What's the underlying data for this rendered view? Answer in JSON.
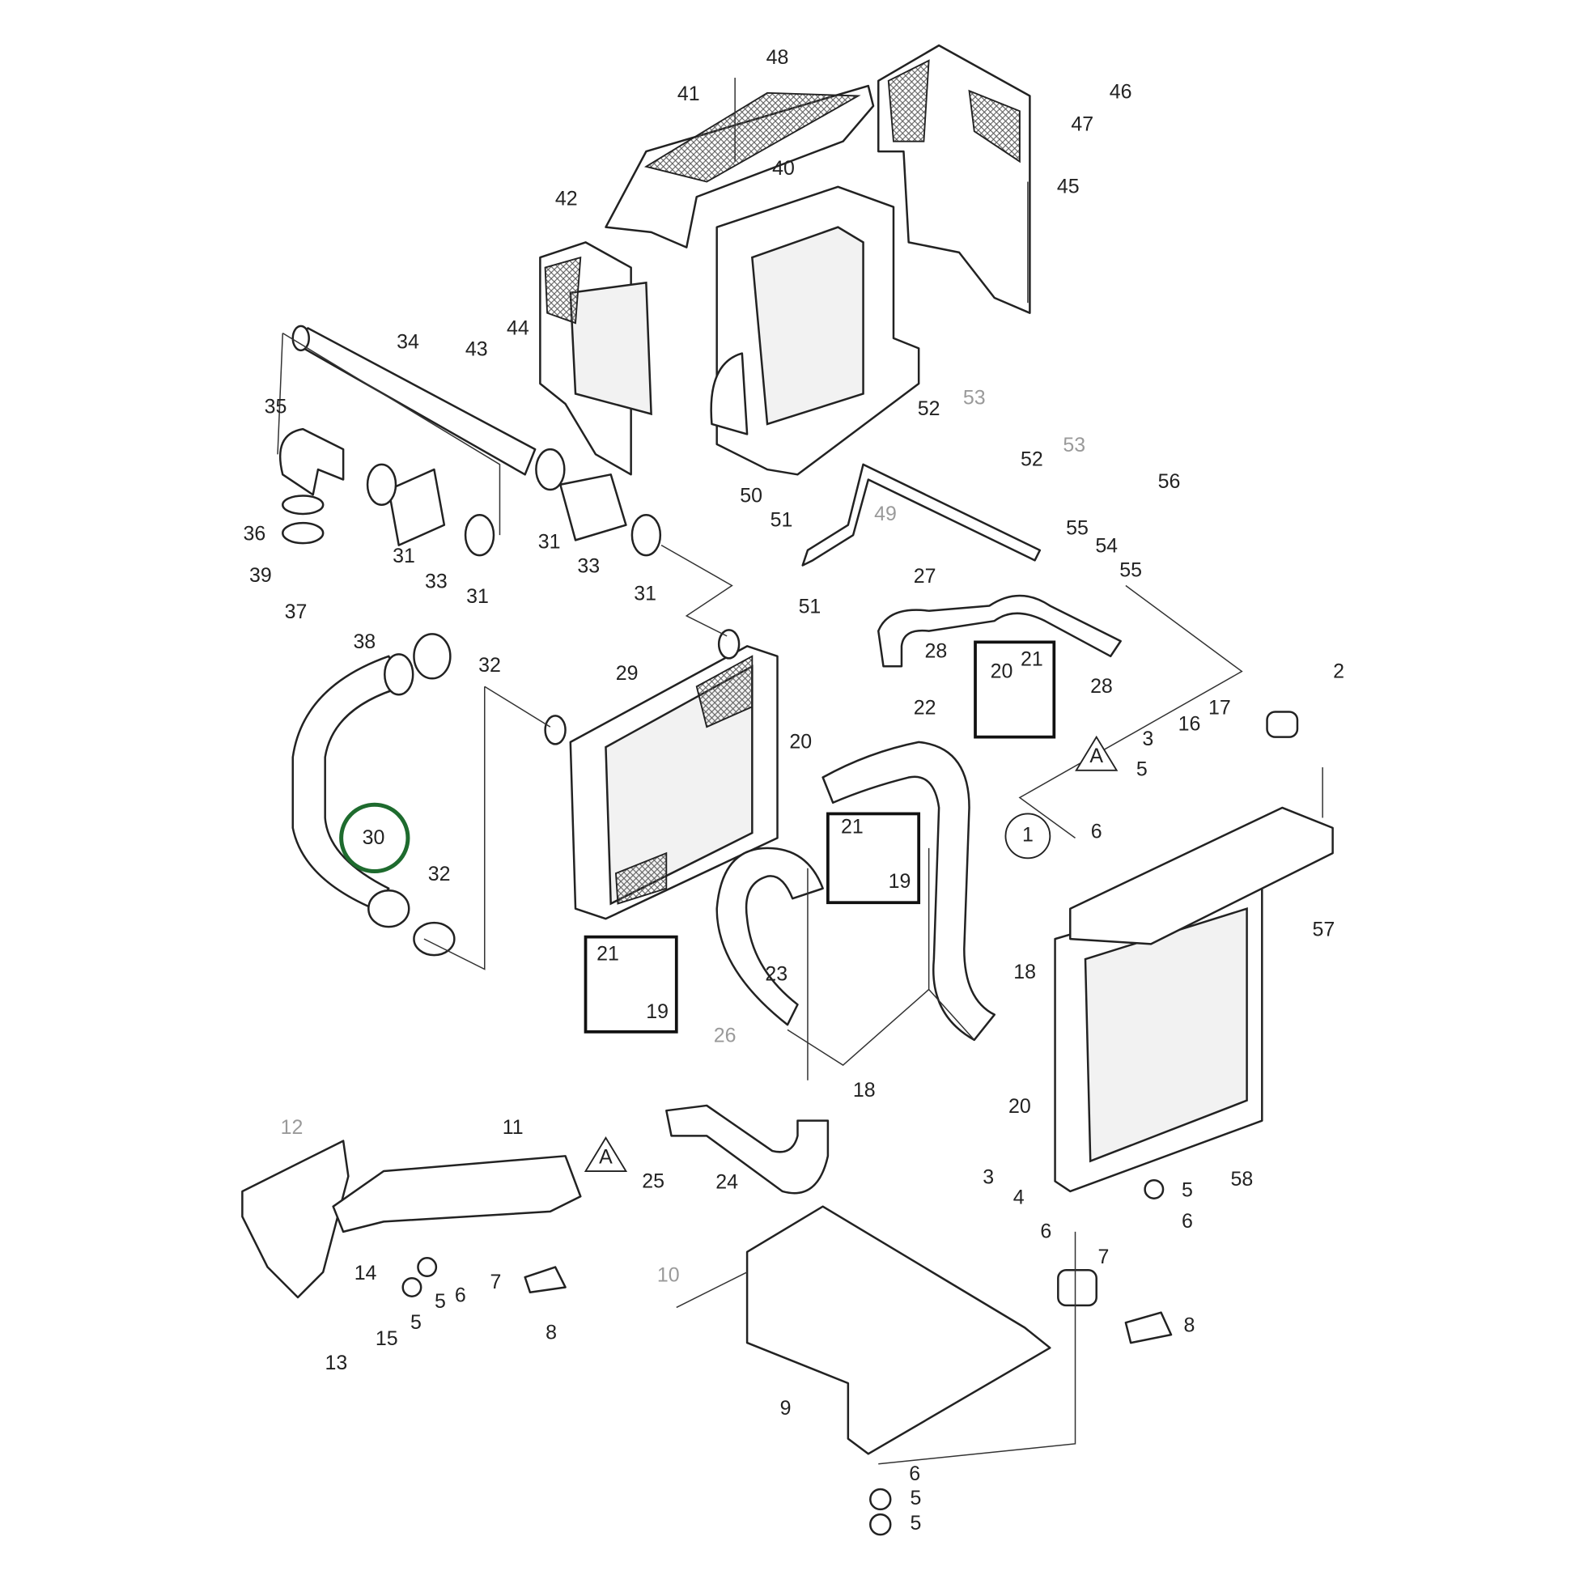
{
  "diagram": {
    "title": "Radiator / charge air cooler assembly exploded view",
    "highlight_color": "#1e6b2e",
    "highlighted_callout": "30",
    "callouts": [
      "48",
      "41",
      "46",
      "47",
      "40",
      "45",
      "42",
      "44",
      "43",
      "34",
      "35",
      "53",
      "52",
      "53",
      "52",
      "56",
      "50",
      "51",
      "49",
      "36",
      "31",
      "33",
      "31",
      "31",
      "33",
      "31",
      "39",
      "37",
      "38",
      "55",
      "54",
      "55",
      "51",
      "27",
      "28",
      "28",
      "20",
      "21",
      "32",
      "29",
      "2",
      "22",
      "16",
      "17",
      "3",
      "20",
      "5",
      "6",
      "21",
      "19",
      "30",
      "32",
      "1",
      "57",
      "18",
      "21",
      "19",
      "23",
      "26",
      "18",
      "20",
      "12",
      "11",
      "A",
      "A",
      "25",
      "24",
      "3",
      "4",
      "58",
      "5",
      "6",
      "6",
      "7",
      "14",
      "7",
      "6",
      "5",
      "5",
      "15",
      "8",
      "10",
      "8",
      "13",
      "9",
      "6",
      "5",
      "5"
    ]
  }
}
